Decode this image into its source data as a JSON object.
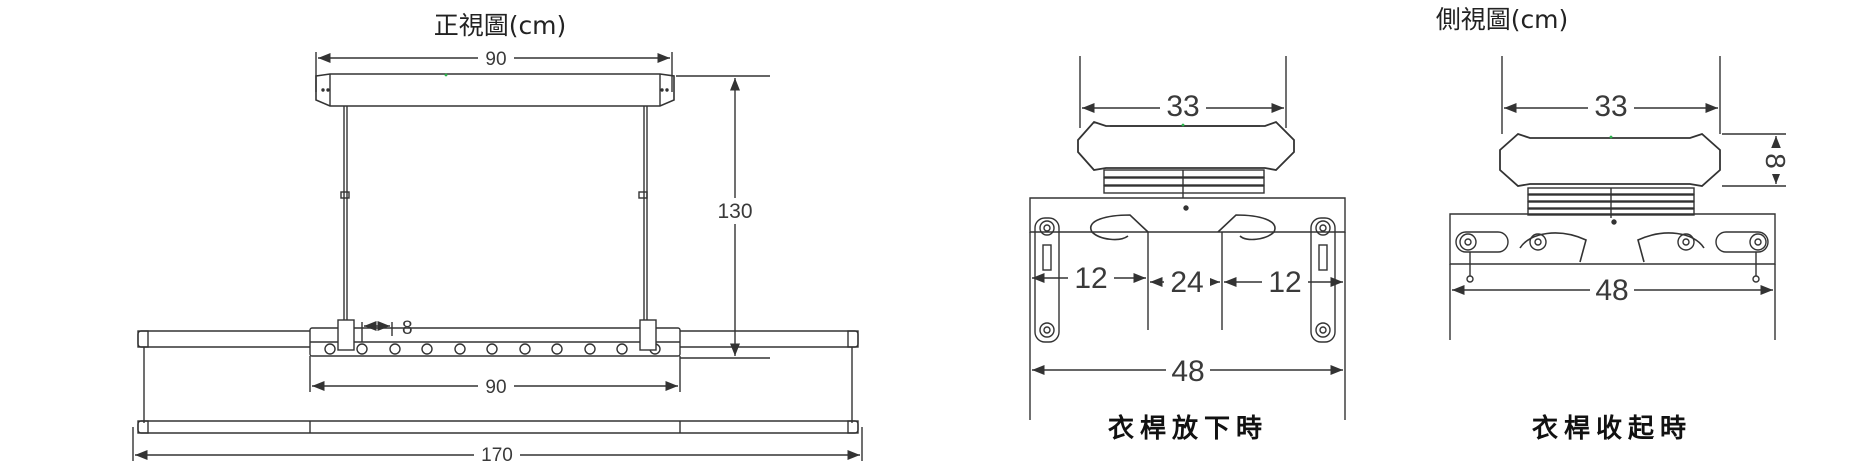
{
  "front_view": {
    "title": "正視圖(cm)",
    "dim_top_width": "90",
    "dim_height": "130",
    "dim_spacing": "8",
    "dim_bar_width": "90",
    "dim_total_width": "170"
  },
  "side_view": {
    "title": "側視圖(cm)",
    "lowered": {
      "dim_top": "33",
      "dim_left": "12",
      "dim_middle": "24",
      "dim_right": "12",
      "dim_bottom": "48",
      "caption": "衣桿放下時"
    },
    "raised": {
      "dim_top": "33",
      "dim_height": "8",
      "dim_bottom": "48",
      "caption": "衣桿收起時"
    }
  },
  "colors": {
    "line": "#333333",
    "accent_dot": "#2bb24c"
  }
}
